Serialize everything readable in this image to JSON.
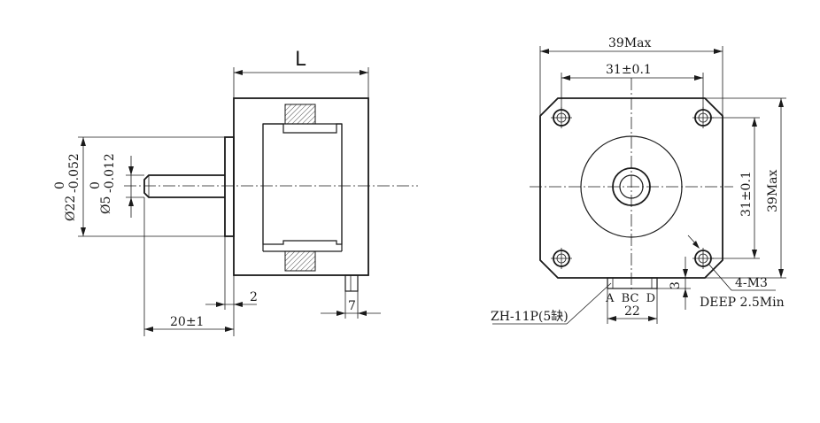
{
  "side_view": {
    "length_label": "L",
    "shaft_dia_label": "Ø5",
    "shaft_tol_upper": "0",
    "shaft_tol_lower": "-0.012",
    "boss_dia_label": "Ø22",
    "boss_tol_upper": "0",
    "boss_tol_lower": "-0.052",
    "boss_height_label": "2",
    "shaft_length_label": "20±1",
    "connector_offset_label": "7"
  },
  "front_view": {
    "overall_width_label": "39Max",
    "hole_pitch_h_label": "31±0.1",
    "hole_pitch_v_label": "31±0.1",
    "overall_height_label": "39Max",
    "mount_hole_label": "4-M3",
    "mount_hole_depth_label": "DEEP 2.5Min",
    "connector_label": "ZH-11P(5缺)",
    "pin_labels": "A  BC  D",
    "connector_width_label": "22",
    "connector_height_label": "3"
  }
}
